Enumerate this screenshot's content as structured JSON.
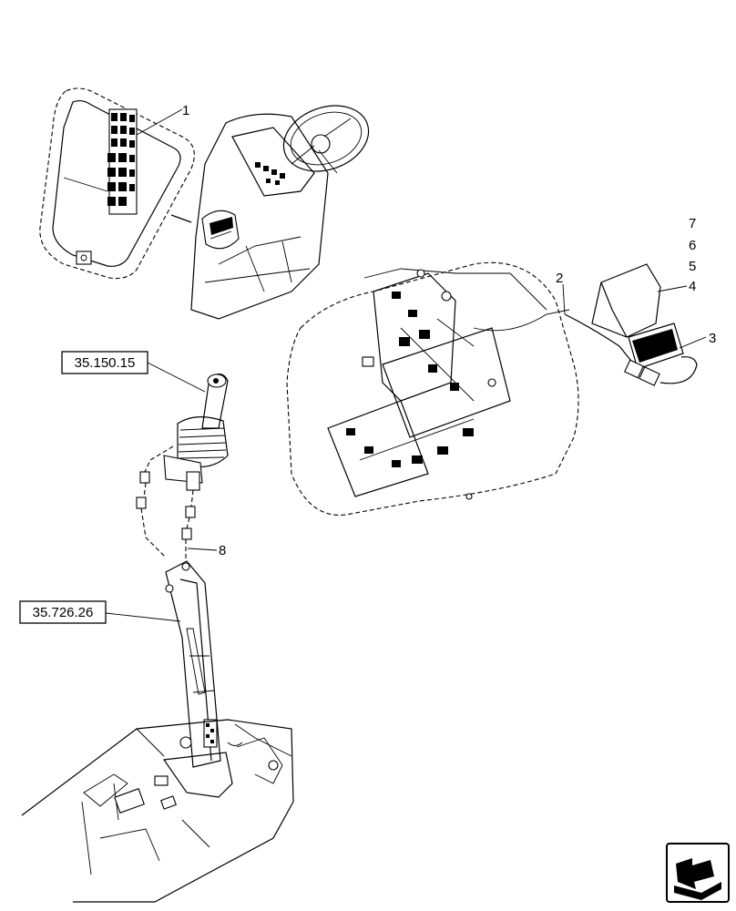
{
  "callouts": {
    "c1": "1",
    "c2": "2",
    "c3": "3",
    "c4": "4",
    "c5": "5",
    "c6": "6",
    "c7": "7",
    "c8": "8"
  },
  "references": {
    "ref_joystick": "35.150.15",
    "ref_lever": "35.726.26"
  },
  "icons": {
    "nav": "next-page-arrow-icon"
  }
}
